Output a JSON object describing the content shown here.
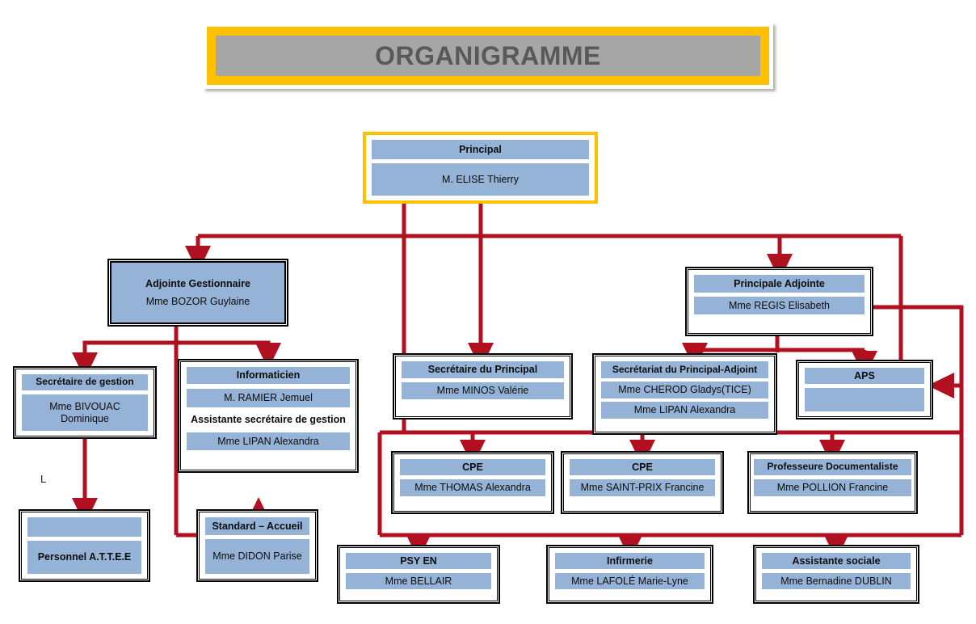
{
  "title": {
    "text": "ORGANIGRAMME"
  },
  "stray_text": "L",
  "colors": {
    "node_fill": "#95B3D7",
    "connector": "#B01020",
    "title_border": "#FFC000",
    "title_fill": "#A6A6A6",
    "title_text": "#595959"
  },
  "nodes": {
    "principal": {
      "role": "Principal",
      "people": [
        "M. ELISE Thierry"
      ]
    },
    "adjointe_gest": {
      "role": "Adjointe Gestionnaire",
      "people": [
        "Mme BOZOR Guylaine"
      ]
    },
    "principale_adj": {
      "role": "Principale Adjointe",
      "people": [
        "Mme REGIS Elisabeth"
      ]
    },
    "secretaire_gest": {
      "role": "Secrétaire de gestion",
      "people": [
        "Mme BIVOUAC Dominique"
      ]
    },
    "informaticien": {
      "role": "Informaticien",
      "people": [
        "M. RAMIER Jemuel"
      ],
      "subrole": "Assistante secrétaire de gestion",
      "subpeople": [
        "Mme LIPAN Alexandra"
      ]
    },
    "secretaire_princ": {
      "role": "Secrétaire du Principal",
      "people": [
        "Mme MINOS Valérie"
      ]
    },
    "secretariat_adj": {
      "role": "Secrétariat du Principal-Adjoint",
      "people": [
        "Mme CHEROD Gladys(TICE)",
        "Mme LIPAN Alexandra"
      ]
    },
    "aps": {
      "role": "APS",
      "people": [
        ""
      ]
    },
    "personnel_attee": {
      "role": "",
      "people": [
        "Personnel A.T.T.E.E"
      ]
    },
    "standard_accueil": {
      "role": "Standard – Accueil",
      "people": [
        "Mme DIDON Parise"
      ]
    },
    "cpe1": {
      "role": "CPE",
      "people": [
        "Mme THOMAS Alexandra"
      ]
    },
    "cpe2": {
      "role": "CPE",
      "people": [
        "Mme SAINT-PRIX Francine"
      ]
    },
    "prof_doc": {
      "role": "Professeure Documentaliste",
      "people": [
        "Mme POLLION Francine"
      ]
    },
    "psy_en": {
      "role": "PSY EN",
      "people": [
        "Mme BELLAIR"
      ]
    },
    "infirmerie": {
      "role": "Infirmerie",
      "people": [
        "Mme LAFOLÉ Marie-Lyne"
      ]
    },
    "assistante_soc": {
      "role": "Assistante sociale",
      "people": [
        "Mme Bernadine DUBLIN"
      ]
    }
  }
}
